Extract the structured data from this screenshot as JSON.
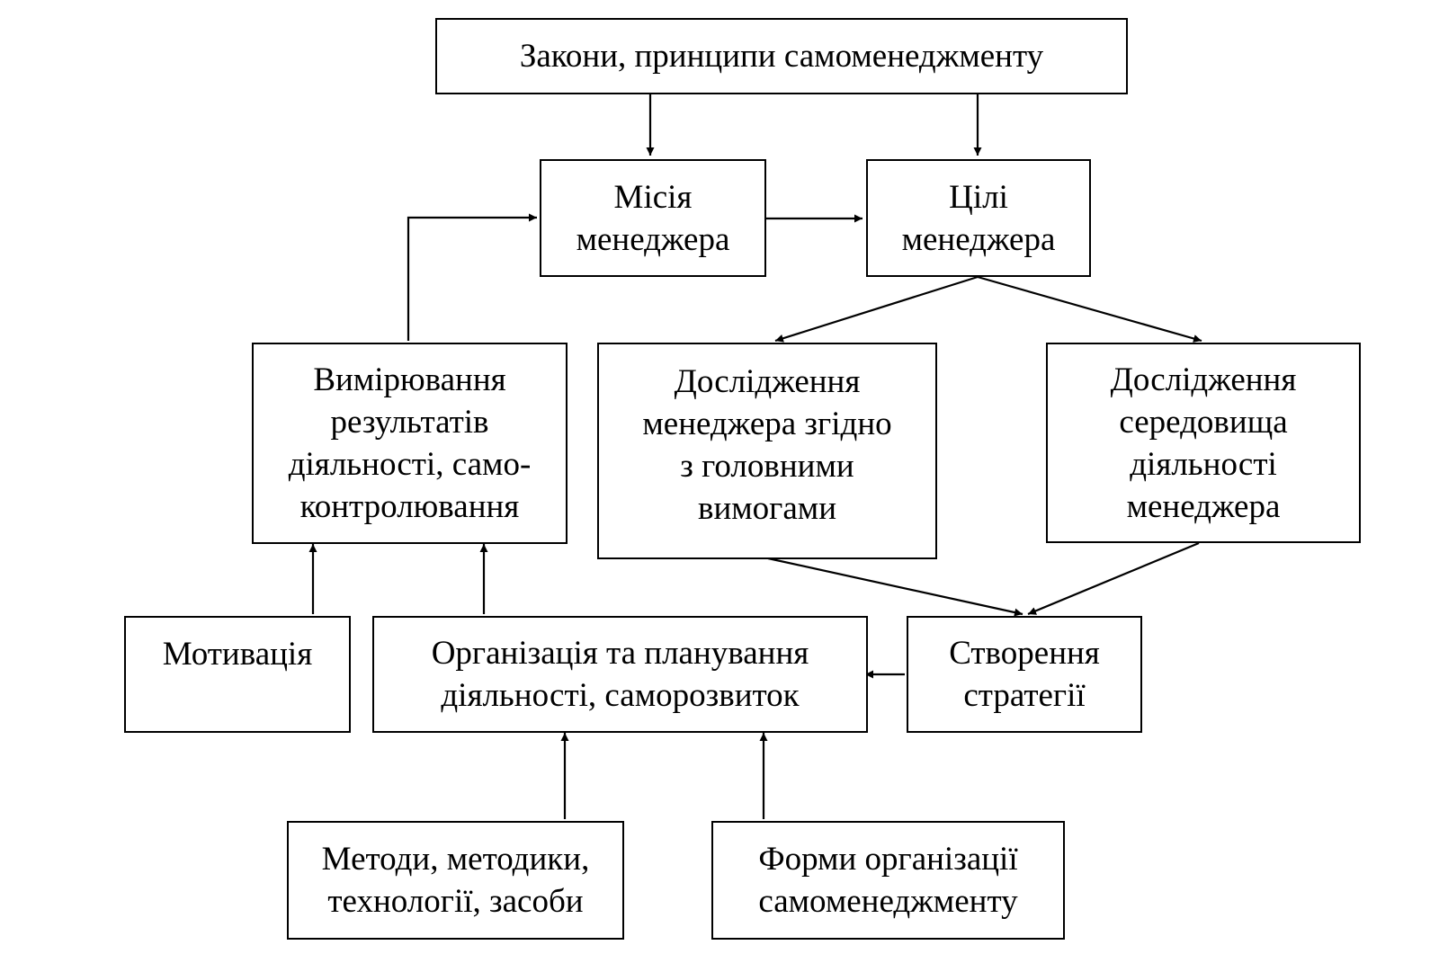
{
  "nodes": {
    "laws": {
      "lines": [
        "Закони, принципи самоменеджменту"
      ]
    },
    "mission": {
      "lines": [
        "Місія",
        "менеджера"
      ]
    },
    "goals": {
      "lines": [
        "Цілі",
        "менеджера"
      ]
    },
    "measurement": {
      "lines": [
        "Вимірювання",
        "результатів",
        "діяльності, само-",
        "контролювання"
      ]
    },
    "research_manager": {
      "lines": [
        "Дослідження",
        "менеджера згідно",
        "з головними",
        "вимогами"
      ]
    },
    "research_environment": {
      "lines": [
        "Дослідження",
        "середовища",
        "діяльності",
        "менеджера"
      ]
    },
    "motivation": {
      "lines": [
        "Мотивація"
      ]
    },
    "organization": {
      "lines": [
        "Організація та планування",
        "діяльності, саморозвиток"
      ]
    },
    "strategy": {
      "lines": [
        "Створення",
        "стратегії"
      ]
    },
    "methods": {
      "lines": [
        "Методи, методики,",
        "технології, засоби"
      ]
    },
    "forms": {
      "lines": [
        "Форми  організації",
        "самоменеджменту"
      ]
    }
  },
  "edges": [
    {
      "from": "laws",
      "to": "mission"
    },
    {
      "from": "laws",
      "to": "goals"
    },
    {
      "from": "mission",
      "to": "goals"
    },
    {
      "from": "goals",
      "to": "research_manager"
    },
    {
      "from": "goals",
      "to": "research_environment"
    },
    {
      "from": "research_manager",
      "to": "strategy"
    },
    {
      "from": "research_environment",
      "to": "strategy"
    },
    {
      "from": "strategy",
      "to": "organization"
    },
    {
      "from": "organization",
      "to": "measurement"
    },
    {
      "from": "motivation",
      "to": "measurement"
    },
    {
      "from": "measurement",
      "to": "mission"
    },
    {
      "from": "methods",
      "to": "organization"
    },
    {
      "from": "forms",
      "to": "organization"
    }
  ],
  "colors": {
    "stroke": "#000000",
    "background": "#ffffff"
  }
}
